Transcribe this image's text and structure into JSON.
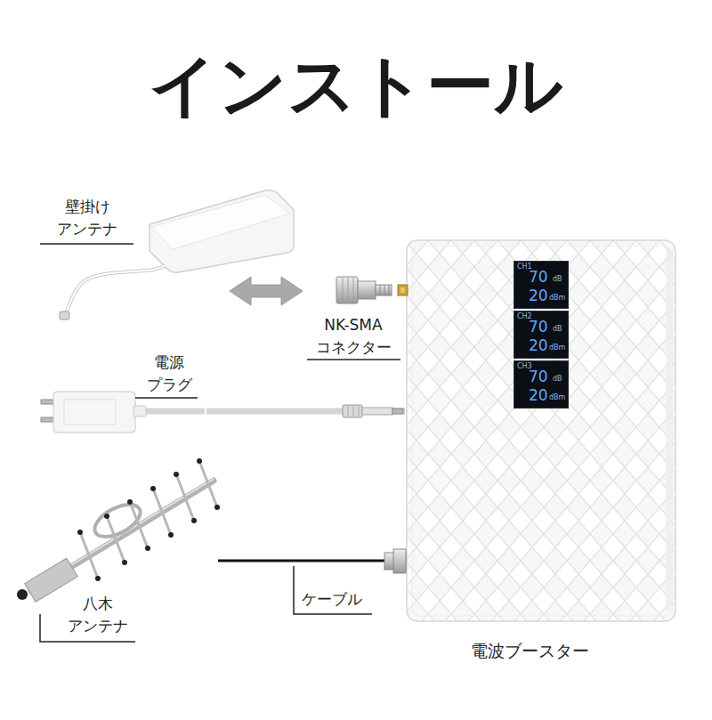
{
  "diagram": {
    "title": "インストール",
    "nodes": [
      {
        "text": [
          "壁掛け アンテナ"
        ]
      },
      {
        "text": [
          "NK-SMA コネクター"
        ]
      },
      {
        "text": [
          "電源 プラグ"
        ]
      },
      {
        "text": [
          "八木 アンテナ"
        ]
      },
      {
        "text": [
          "電波ブースター"
        ]
      },
      {
        "text": [
          "CH1",
          "70",
          "dB",
          "20",
          "dBm"
        ],
        "in": 4
      },
      {
        "text": [
          "CH2",
          "70",
          "dB",
          "20",
          "dBm"
        ],
        "in": 4
      },
      {
        "text": [
          "CH3",
          "70",
          "dB",
          "20",
          "dBm"
        ],
        "in": 4
      }
    ],
    "edges": [
      {
        "from": 0,
        "to": 1,
        "arrow": "both"
      },
      {
        "from": 2,
        "to": 4,
        "arrow": "none"
      },
      {
        "from": 3,
        "to": 4,
        "arrow": "none",
        "label": "ケーブル"
      }
    ]
  }
}
